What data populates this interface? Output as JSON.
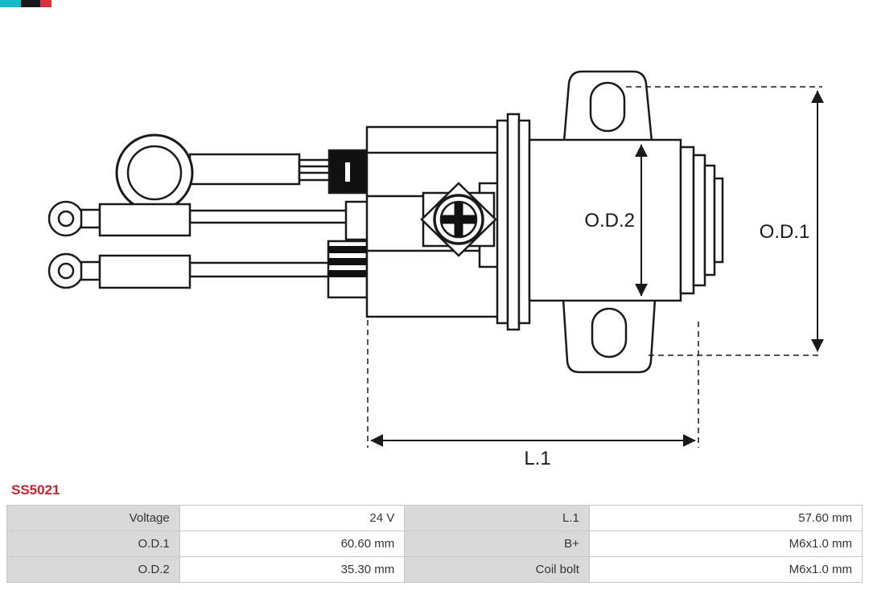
{
  "part": {
    "number": "SS5021"
  },
  "diagram": {
    "labels": {
      "od1": "O.D.1",
      "od2": "O.D.2",
      "l1": "L.1"
    }
  },
  "specs": {
    "rows": [
      {
        "c1": "Voltage",
        "c2": "24 V",
        "c3": "L.1",
        "c4": "57.60 mm"
      },
      {
        "c1": "O.D.1",
        "c2": "60.60 mm",
        "c3": "B+",
        "c4": "M6x1.0 mm"
      },
      {
        "c1": "O.D.2",
        "c2": "35.30 mm",
        "c3": "Coil bolt",
        "c4": "M6x1.0 mm"
      }
    ]
  },
  "colors": {
    "accent_red": "#c8232a",
    "cell_gray": "#d9d9d9",
    "cell_border": "#c6c6c6",
    "line_black": "#1a1a1a"
  }
}
